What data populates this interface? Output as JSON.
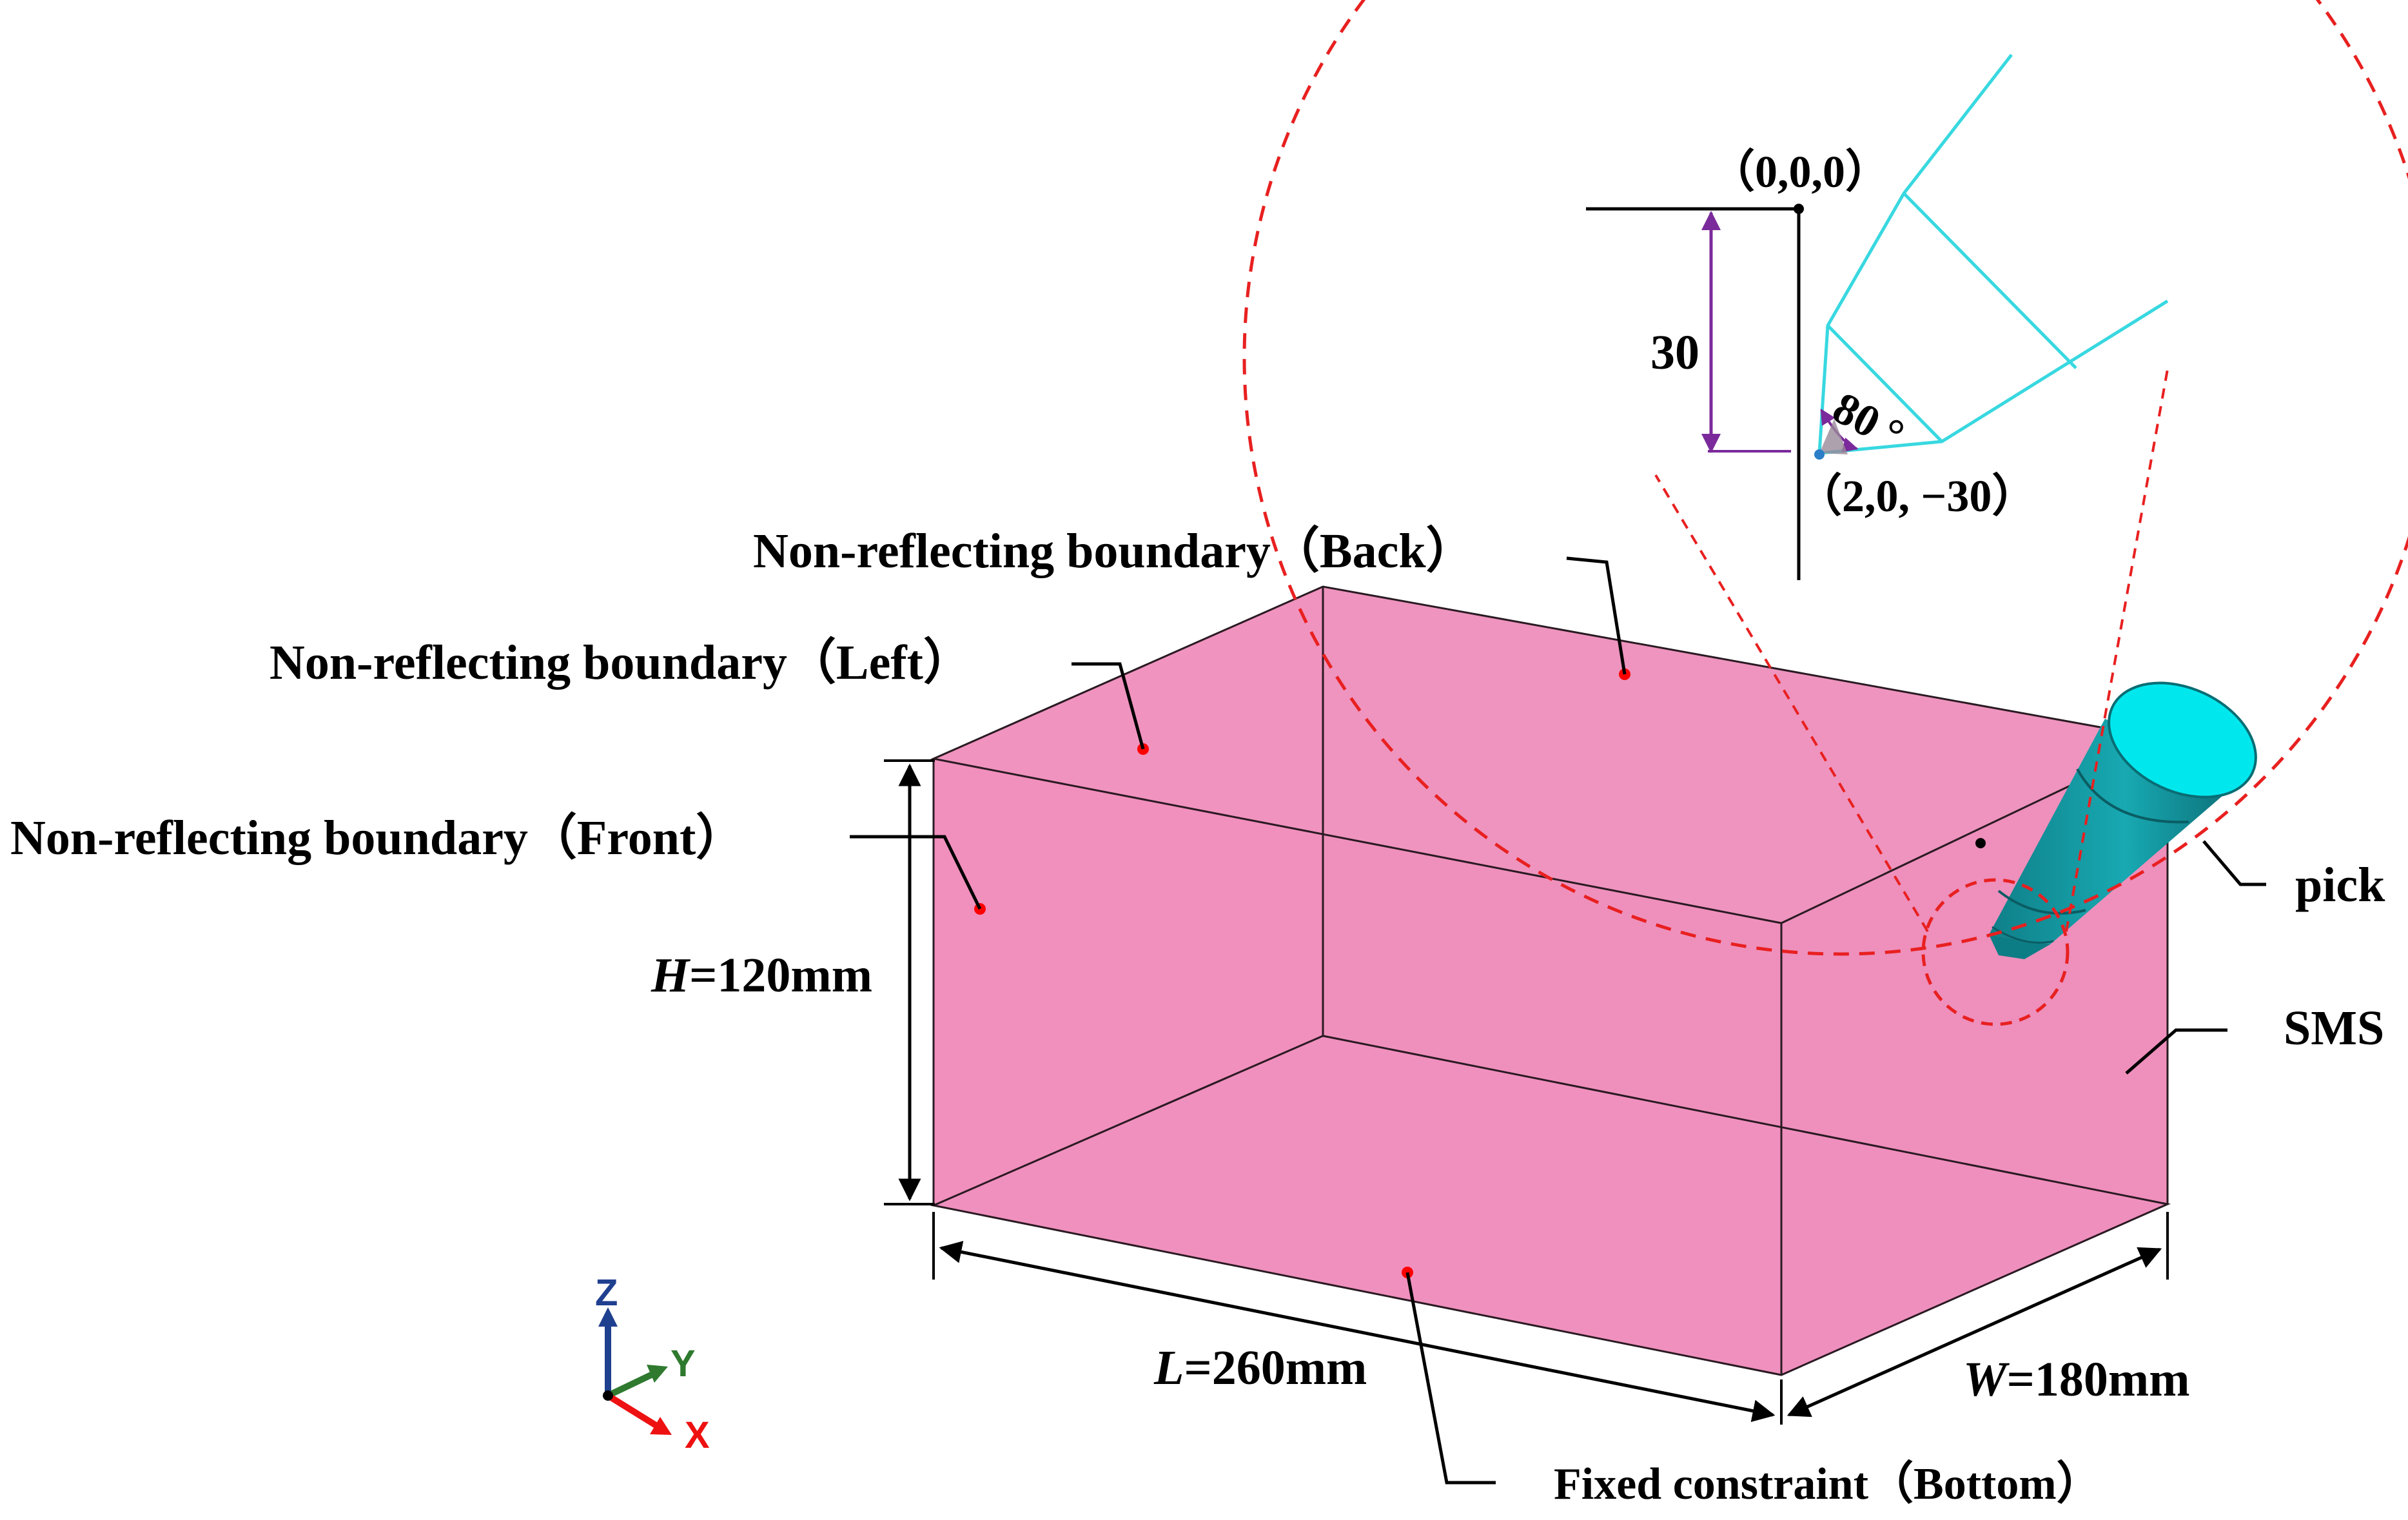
{
  "labels": {
    "back": "Non-reflecting boundary（Back）",
    "left": "Non-reflecting boundary（Left）",
    "front": "Non-reflecting boundary（Front）",
    "bottom": "Fixed constraint（Bottom）",
    "pick": "pick",
    "sms": "SMS"
  },
  "dimensions": {
    "height": {
      "symbol": "H",
      "text": "=120mm"
    },
    "length": {
      "symbol": "L",
      "text": "=260mm"
    },
    "width": {
      "symbol": "W",
      "text": "=180mm"
    }
  },
  "detail": {
    "origin": "（0,0,0）",
    "tip": "（2,0, −30）",
    "depth": "30",
    "angle": "80",
    "degree": "°"
  },
  "axes": {
    "z": "Z",
    "y": "Y",
    "x": "X"
  },
  "colors": {
    "box_fill": "#ee8ab8",
    "box_edge": "#2a1a22",
    "marker": "#ff0000",
    "callout": "#e82020",
    "pick_body": "#16a0a8",
    "pick_face": "#00e8ee",
    "detail_lines": "#38d8e0",
    "dimension_arrow": "#7a2a9a",
    "axis_z": "#1f3f8f",
    "axis_y": "#2f7a2f",
    "axis_x": "#ee1111"
  }
}
